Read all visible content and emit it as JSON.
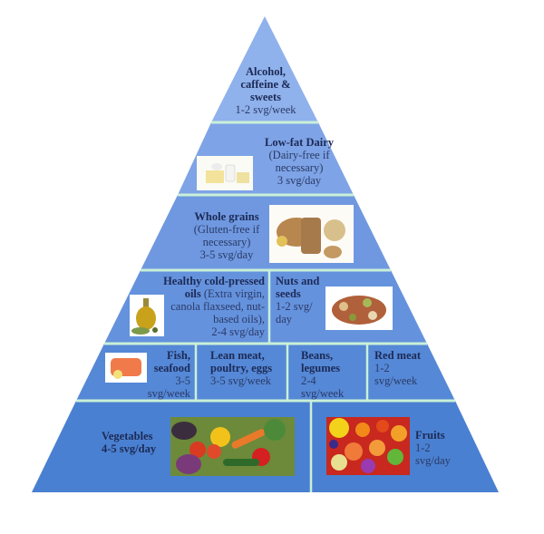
{
  "diagram": {
    "type": "food-pyramid",
    "colors": {
      "tier1": "#8fb1ec",
      "tier2": "#7ea3e6",
      "tier3": "#6f98e0",
      "tier4": "#6592dd",
      "tier5": "#5588d6",
      "tier6": "#4a80d1",
      "divider": "#c9f0d8",
      "text": "#1c2a55"
    },
    "tiers": [
      {
        "level": 1,
        "cells": [
          {
            "title": "Alcohol,",
            "title2": "caffeine &",
            "title3": "sweets",
            "serving": "1-2 svg/week"
          }
        ]
      },
      {
        "level": 2,
        "cells": [
          {
            "title": "Low-fat Dairy",
            "note": "(Dairy-free if",
            "note2": "necessary)",
            "serving": "3 svg/day",
            "image": "dairy-image"
          }
        ]
      },
      {
        "level": 3,
        "cells": [
          {
            "title": "Whole grains",
            "note": "(Gluten-free if",
            "note2": "necessary)",
            "serving": "3-5 svg/day",
            "image": "bread-grains-image"
          }
        ]
      },
      {
        "level": 4,
        "cells": [
          {
            "title": "Healthy cold-pressed",
            "title2": "oils",
            "note": "(Extra virgin,",
            "note2": "canola flaxseed, nut-",
            "note3": "based oils),",
            "serving": "2-4 svg/day",
            "image": "olive-oil-image"
          },
          {
            "title": "Nuts and",
            "title2": "seeds",
            "serving": "1-2 svg/",
            "serving2": "day",
            "image": "mixed-nuts-image"
          }
        ]
      },
      {
        "level": 5,
        "cells": [
          {
            "title": "Fish,",
            "title2": "seafood",
            "serving": "3-5",
            "serving2": "svg/week",
            "image": "salmon-image"
          },
          {
            "title": "Lean meat,",
            "title2": "poultry, eggs",
            "serving": "3-5 svg/week"
          },
          {
            "title": "Beans,",
            "title2": "legumes",
            "serving": "2-4",
            "serving2": "svg/week"
          },
          {
            "title": "Red meat",
            "serving": "1-2",
            "serving2": "svg/week"
          }
        ]
      },
      {
        "level": 6,
        "cells": [
          {
            "title": "Vegetables",
            "serving": "4-5 svg/day",
            "image": "vegetables-image"
          },
          {
            "title": "Fruits",
            "serving": "1-2",
            "serving2": "svg/day",
            "image": "fruits-image"
          }
        ]
      }
    ]
  }
}
